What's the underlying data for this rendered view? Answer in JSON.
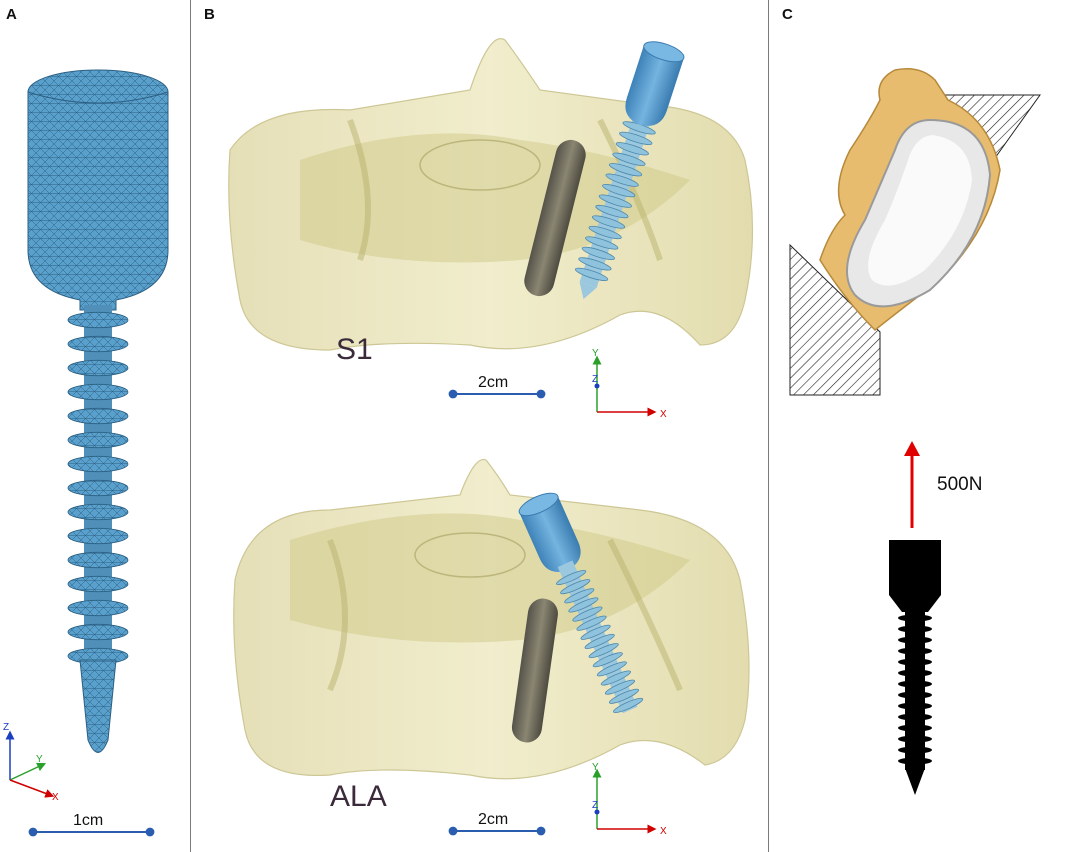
{
  "panels": {
    "a": "A",
    "b": "B",
    "c": "C"
  },
  "labels": {
    "s1": "S1",
    "ala": "ALA",
    "force": "500N"
  },
  "scales": {
    "a": "1cm",
    "b_top": "2cm",
    "b_bottom": "2cm"
  },
  "axes": {
    "x": "X",
    "y": "Y",
    "z": "Z"
  },
  "colors": {
    "screw_mesh": "#5aa0cc",
    "screw_head": "#5b9ecf",
    "bone": "#e8e6b8",
    "rod": "#6d6a5a",
    "force_arrow": "#e00000",
    "scale_bar": "#2a5db0"
  }
}
